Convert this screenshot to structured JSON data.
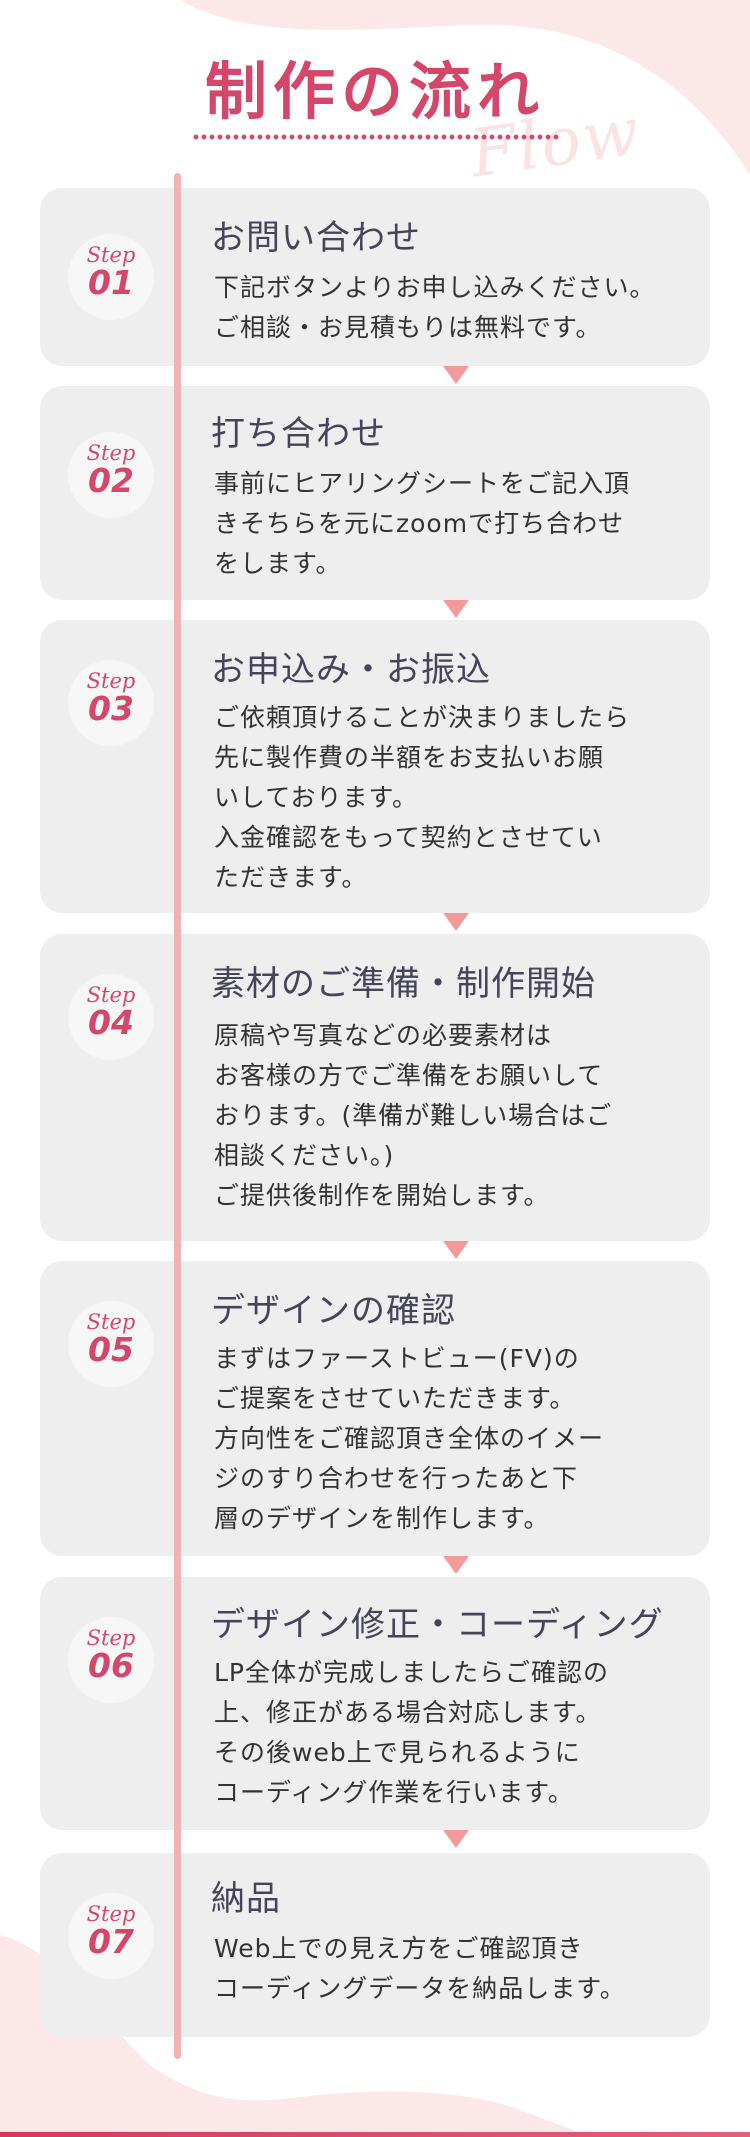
{
  "header": {
    "title": "制作の流れ",
    "subtitle_script": "Flow"
  },
  "colors": {
    "accent": "#d4466a",
    "timeline": "#f4b1b3",
    "arrow": "#f59a9b",
    "card_bg": "#eeeeee",
    "blob": "#fce8e8",
    "title_text": "#454459",
    "body_text": "#333333"
  },
  "steps": [
    {
      "step_word": "Step",
      "number": "01",
      "title": "お問い合わせ",
      "body": "下記ボタンよりお申し込みください。\nご相談・お見積もりは無料です。"
    },
    {
      "step_word": "Step",
      "number": "02",
      "title": "打ち合わせ",
      "body": "事前にヒアリングシートをご記入頂\nきそちらを元にzoomで打ち合わせ\nをします。"
    },
    {
      "step_word": "Step",
      "number": "03",
      "title": "お申込み・お振込",
      "body": "ご依頼頂けることが決まりましたら\n先に製作費の半額をお支払いお願\nいしております。\n入金確認をもって契約とさせてい\nただきます。"
    },
    {
      "step_word": "Step",
      "number": "04",
      "title": "素材のご準備・制作開始",
      "body": "原稿や写真などの必要素材は\nお客様の方でご準備をお願いして\nおります。(準備が難しい場合はご\n相談ください。)\nご提供後制作を開始します。"
    },
    {
      "step_word": "Step",
      "number": "05",
      "title": "デザインの確認",
      "body": "まずはファーストビュー(FV)の\nご提案をさせていただきます。\n方向性をご確認頂き全体のイメー\nジのすり合わせを行ったあと下\n層のデザインを制作します。"
    },
    {
      "step_word": "Step",
      "number": "06",
      "title": "デザイン修正・コーディング",
      "body": "LP全体が完成しましたらご確認の\n上、修正がある場合対応します。\nその後web上で見られるように\nコーディング作業を行います。"
    },
    {
      "step_word": "Step",
      "number": "07",
      "title": "納品",
      "body": "Web上での見え方をご確認頂き\nコーディングデータを納品します。"
    }
  ]
}
